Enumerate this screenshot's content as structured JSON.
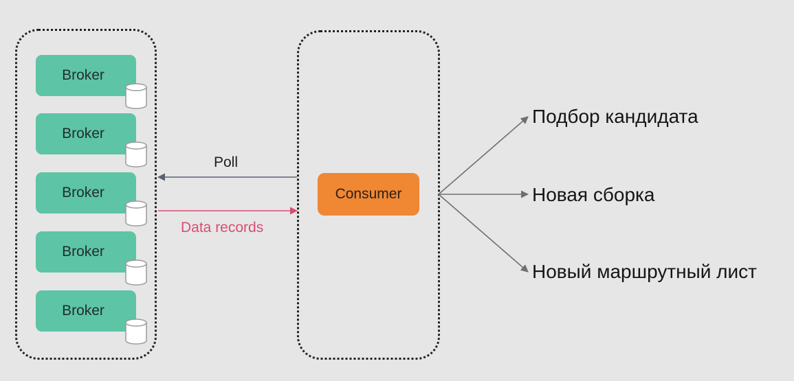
{
  "brokers": [
    {
      "label": "Broker"
    },
    {
      "label": "Broker"
    },
    {
      "label": "Broker"
    },
    {
      "label": "Broker"
    },
    {
      "label": "Broker"
    }
  ],
  "consumer": {
    "label": "Consumer"
  },
  "arrows": {
    "poll_label": "Poll",
    "data_label": "Data records"
  },
  "destinations": [
    {
      "label": "Подбор кандидата"
    },
    {
      "label": "Новая сборка"
    },
    {
      "label": "Новый маршрутный лист"
    }
  ],
  "colors": {
    "background": "#e6e6e6",
    "broker": "#5ec4a6",
    "consumer": "#ef8733",
    "data_records": "#d94d74",
    "poll": "#5a6272",
    "outputs": "#6f6f6f"
  },
  "icons": {
    "storage": "database-icon"
  }
}
